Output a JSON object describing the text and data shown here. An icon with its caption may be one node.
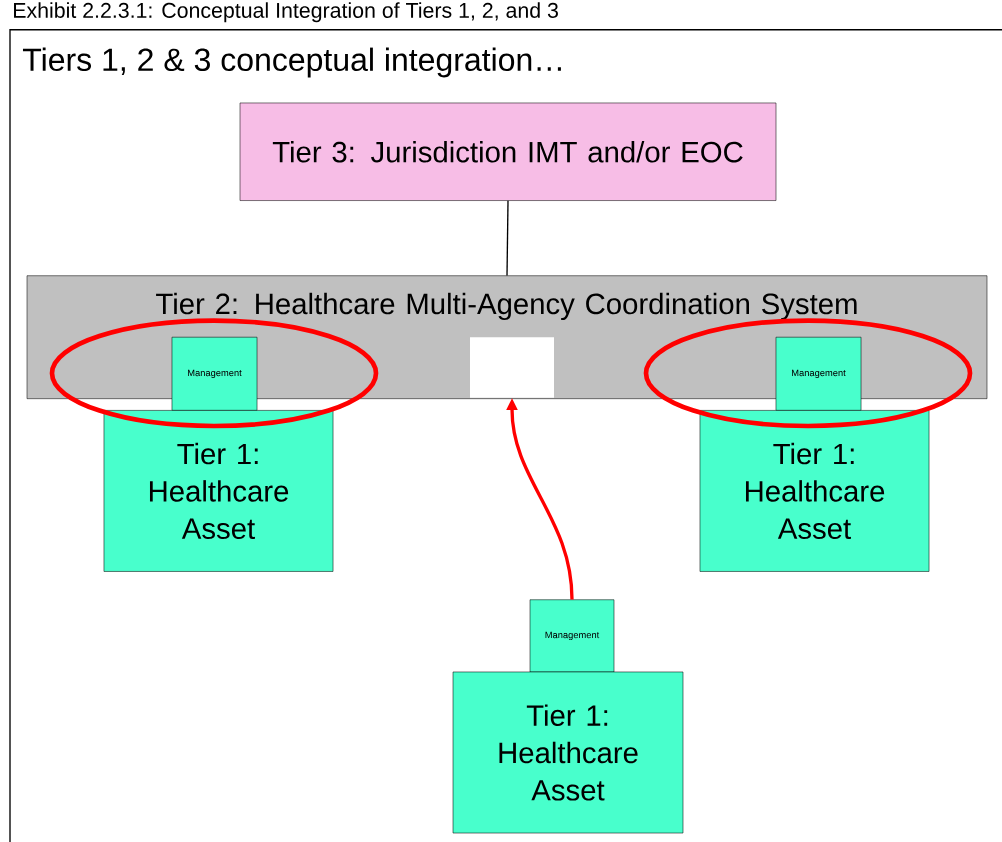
{
  "diagram": {
    "title": "Exhibit 2.2.3.1: Conceptual Integration of Tiers 1, 2, and 3",
    "nodes": [
      {
        "text": [
          "Tier 3: Jurisdiction IMT and/or EOC"
        ]
      },
      {
        "text": [
          "Tier 2: Healthcare Multi-Agency Coordination System"
        ]
      },
      {
        "text": [
          "Management"
        ]
      },
      {
        "text": [
          "Tier 1: Healthcare Asset"
        ]
      },
      {
        "text": [],
        "shape": "box",
        "in": 1
      },
      {
        "text": [
          "Management"
        ]
      },
      {
        "text": [
          "Tier 1: Healthcare Asset"
        ]
      },
      {
        "text": [
          "Management"
        ]
      },
      {
        "text": [
          "Tier 1: Healthcare Asset"
        ]
      }
    ],
    "edges": [
      {
        "from": 0,
        "to": 1,
        "arrow": "none"
      },
      {
        "from": 7,
        "to": 4,
        "arrow": "to",
        "style": "thick",
        "color": "#ff0000"
      }
    ],
    "labels": [
      "Tiers 1, 2 & 3 conceptual integration…"
    ]
  }
}
